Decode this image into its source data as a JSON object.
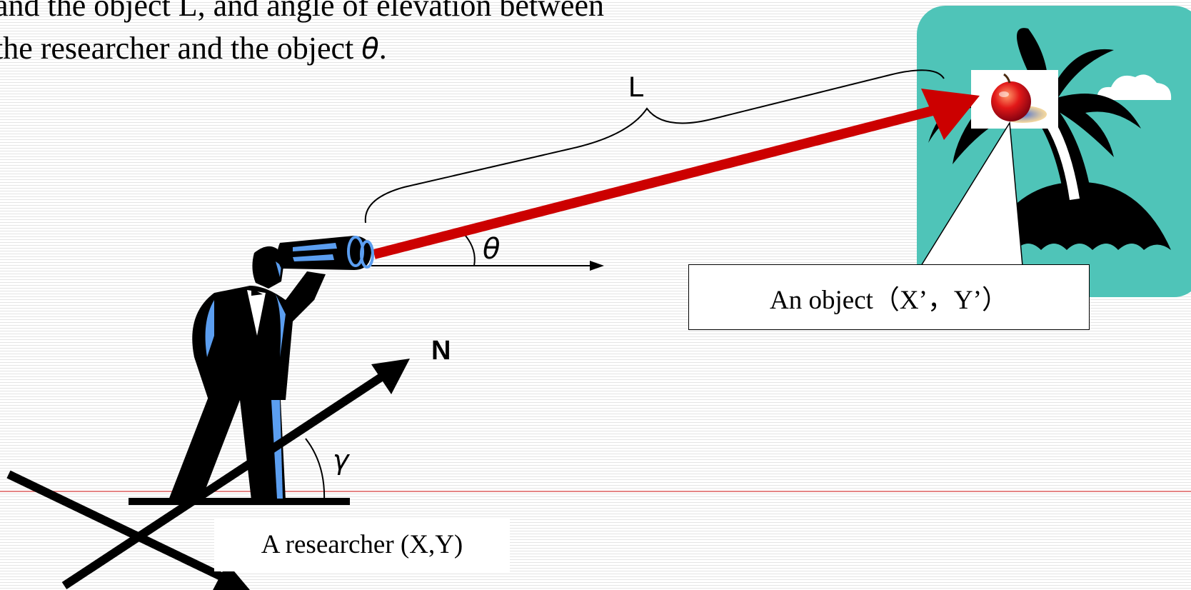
{
  "heading": {
    "text": "and the object L, and  angle of elevation between\nthe researcher and the object ",
    "symbol": "θ",
    "end": "."
  },
  "diagram": {
    "distance_label": "L",
    "elevation_symbol": "θ",
    "azimuth_symbol": "γ",
    "north_label": "N",
    "object_label": "An object（X’，Y’）",
    "researcher_label": "A researcher (X,Y)"
  },
  "colors": {
    "sight_line": "#cc0000",
    "island_background": "#4fc4b8",
    "horizon_line": "#e06060"
  },
  "icons": [
    "researcher-with-binoculars-icon",
    "palm-island-icon",
    "apple-icon",
    "cloud-icon"
  ]
}
